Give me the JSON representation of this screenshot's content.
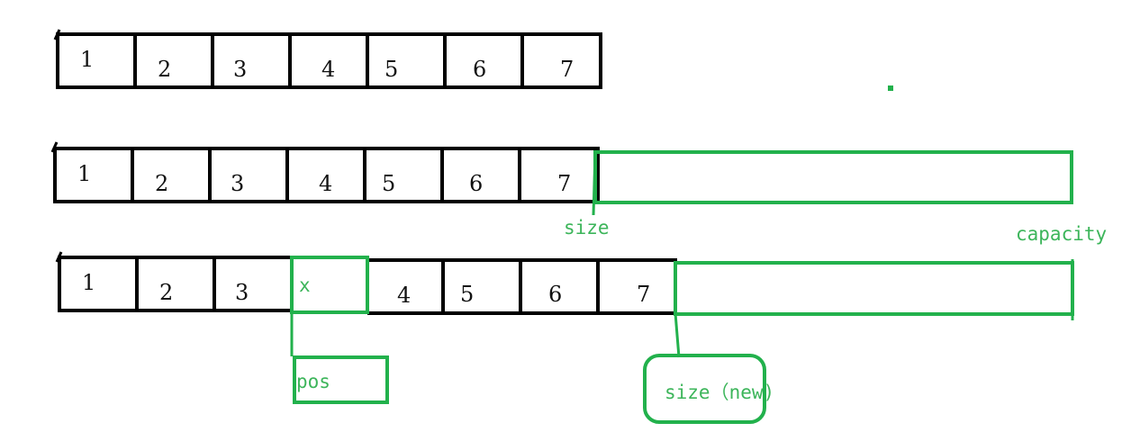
{
  "colors": {
    "black": "#000000",
    "green": "#22b14c",
    "text_green": "#3cb55a",
    "background": "#ffffff"
  },
  "rows": [
    {
      "cells": [
        "1",
        "2",
        "3",
        "4",
        "5",
        "6",
        "7"
      ]
    },
    {
      "cells": [
        "1",
        "2",
        "3",
        "4",
        "5",
        "6",
        "7"
      ]
    },
    {
      "cells": [
        "1",
        "2",
        "3",
        "x",
        "4",
        "5",
        "6",
        "7"
      ]
    }
  ],
  "labels": {
    "size": "size",
    "capacity": "capacity",
    "pos": "pos",
    "size_new": "size（new)"
  }
}
